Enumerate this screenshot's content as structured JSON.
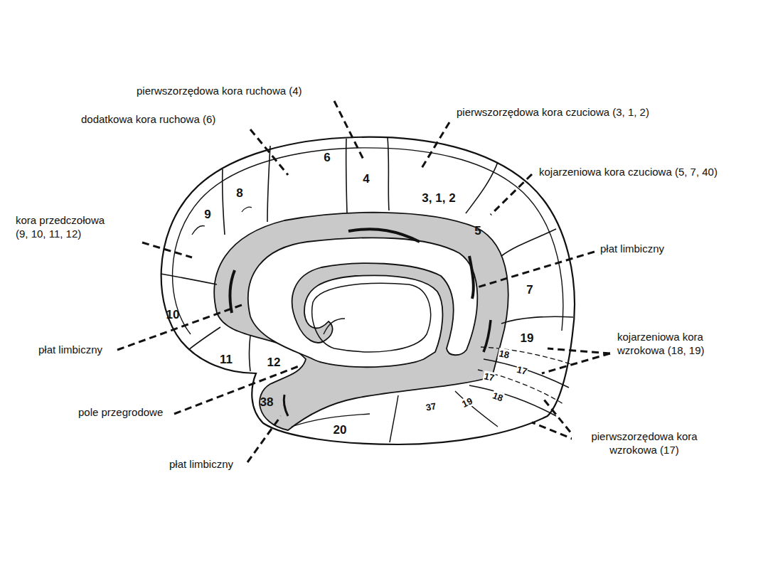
{
  "diagram": {
    "labels": [
      "pierwszorzędowa kora ruchowa (4)",
      "dodatkowa kora ruchowa (6)",
      "pierwszorzędowa kora czuciowa (3, 1, 2)",
      "6",
      "4",
      "kojarzeniowa kora czuciowa (5, 7, 40)",
      "8",
      "3, 1, 2",
      "9",
      "kora przedczołowa (9, 10, 11, 12)",
      "5",
      "płat limbiczny",
      "7",
      "10",
      "płat limbiczny",
      "19",
      "kojarzeniowa kora wzrokowa (18, 19)",
      "18",
      "11",
      "12",
      "17",
      "17",
      "pole przegrodowe",
      "38",
      "18",
      "19",
      "37",
      "20",
      "płat limbiczny",
      "pierwszorzędowa kora wzrokowa (17)"
    ]
  }
}
